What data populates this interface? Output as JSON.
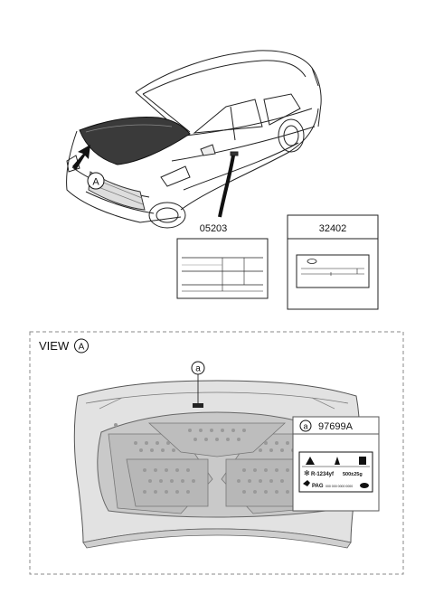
{
  "callouts": {
    "view_marker": "A",
    "label_part": "05203",
    "emission_part": "32402",
    "hood_ref": "a"
  },
  "view_section": {
    "title": "VIEW",
    "marker": "A"
  },
  "detail_box": {
    "ref": "a",
    "part_number": "97699A",
    "label_text": {
      "refrigerant": "R-1234yf",
      "amount": "500±25g",
      "oil": "PAG",
      "codes": "000 000 0000 0000"
    }
  }
}
